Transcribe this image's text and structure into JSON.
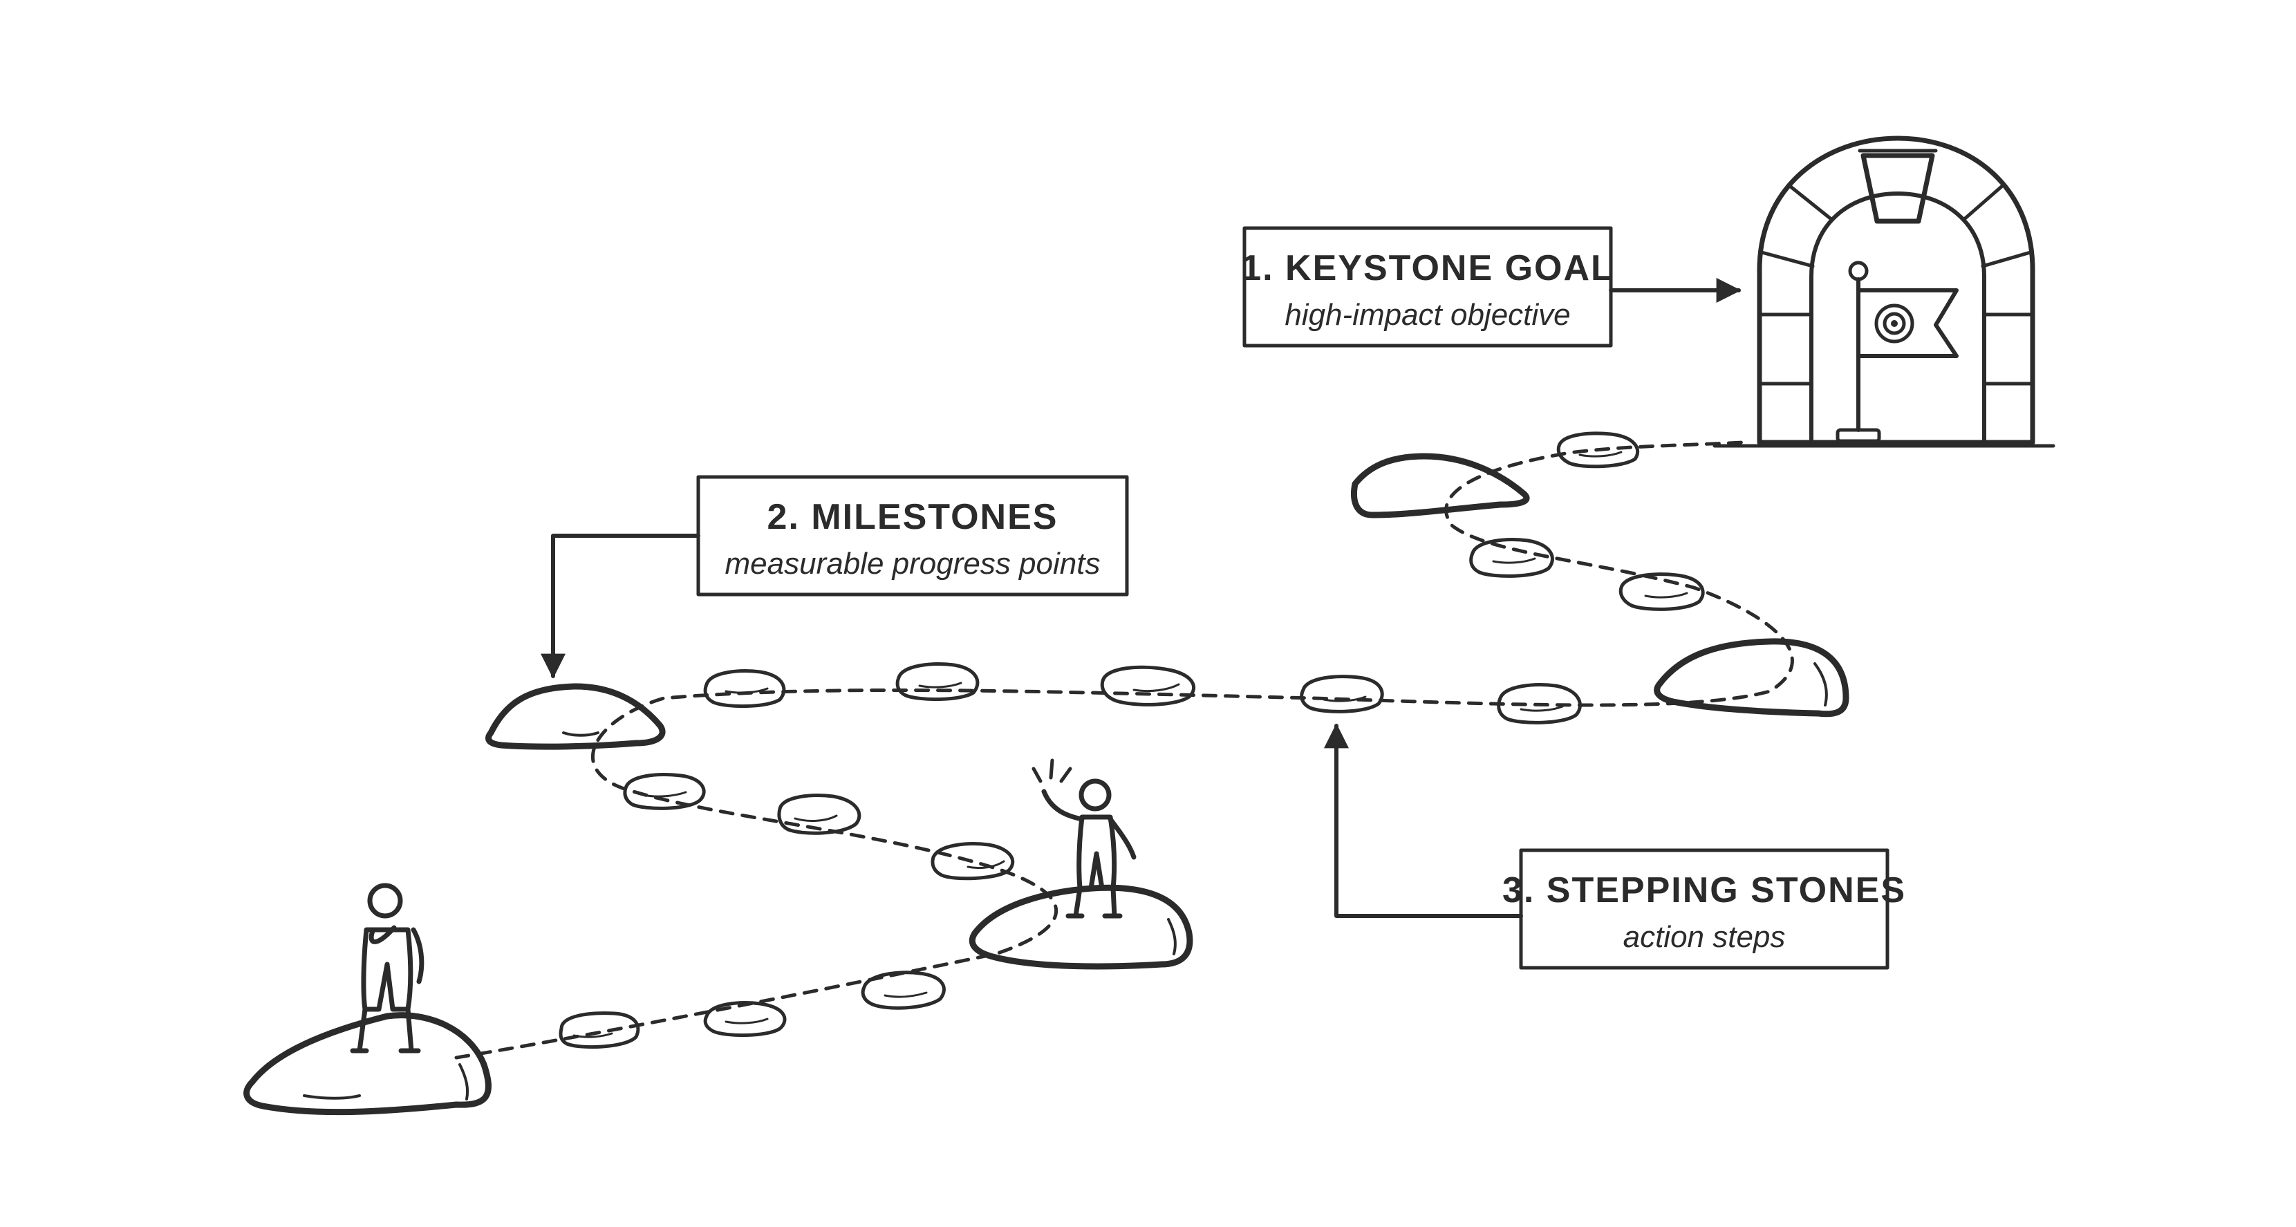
{
  "labels": {
    "keystone": {
      "title": "1. KEYSTONE GOAL",
      "subtitle": "high-impact objective"
    },
    "milestones": {
      "title": "2. MILESTONES",
      "subtitle": "measurable progress points"
    },
    "stepping": {
      "title": "3. STEPPING STONES",
      "subtitle": "action steps"
    }
  },
  "colors": {
    "ink": "#2b2b2b",
    "background": "#ffffff"
  },
  "icons": [
    "person-thinking-icon",
    "person-waving-icon",
    "archway-icon",
    "target-flag-icon"
  ]
}
